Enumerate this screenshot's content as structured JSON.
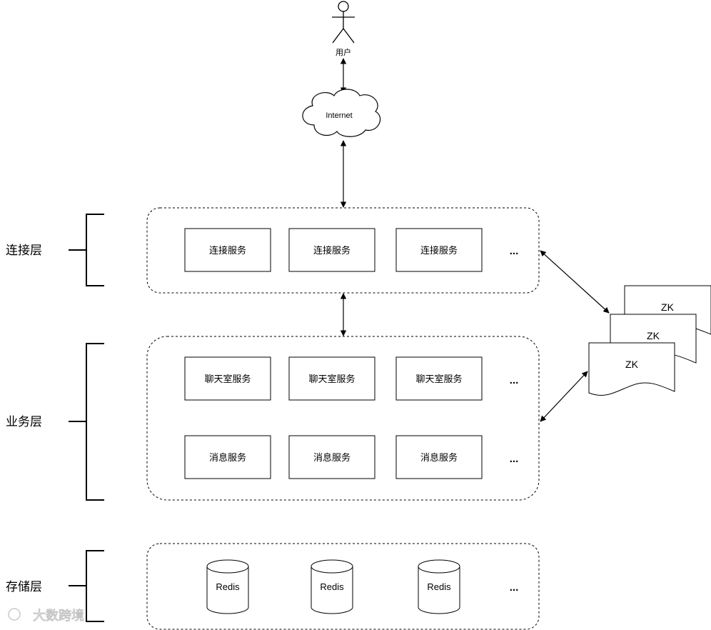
{
  "user": {
    "label": "用户"
  },
  "internet": {
    "label": "Internet"
  },
  "layers": {
    "connection": {
      "label": "连接层",
      "services": [
        "连接服务",
        "连接服务",
        "连接服务"
      ],
      "more": "..."
    },
    "business": {
      "label": "业务层",
      "chatroom_services": [
        "聊天室服务",
        "聊天室服务",
        "聊天室服务"
      ],
      "message_services": [
        "消息服务",
        "消息服务",
        "消息服务"
      ],
      "more_row1": "...",
      "more_row2": "..."
    },
    "storage": {
      "label": "存储层",
      "stores": [
        "Redis",
        "Redis",
        "Redis"
      ],
      "more": "..."
    }
  },
  "zk": {
    "labels": [
      "ZK",
      "ZK",
      "ZK"
    ]
  },
  "watermark": {
    "text": "大数跨境"
  }
}
